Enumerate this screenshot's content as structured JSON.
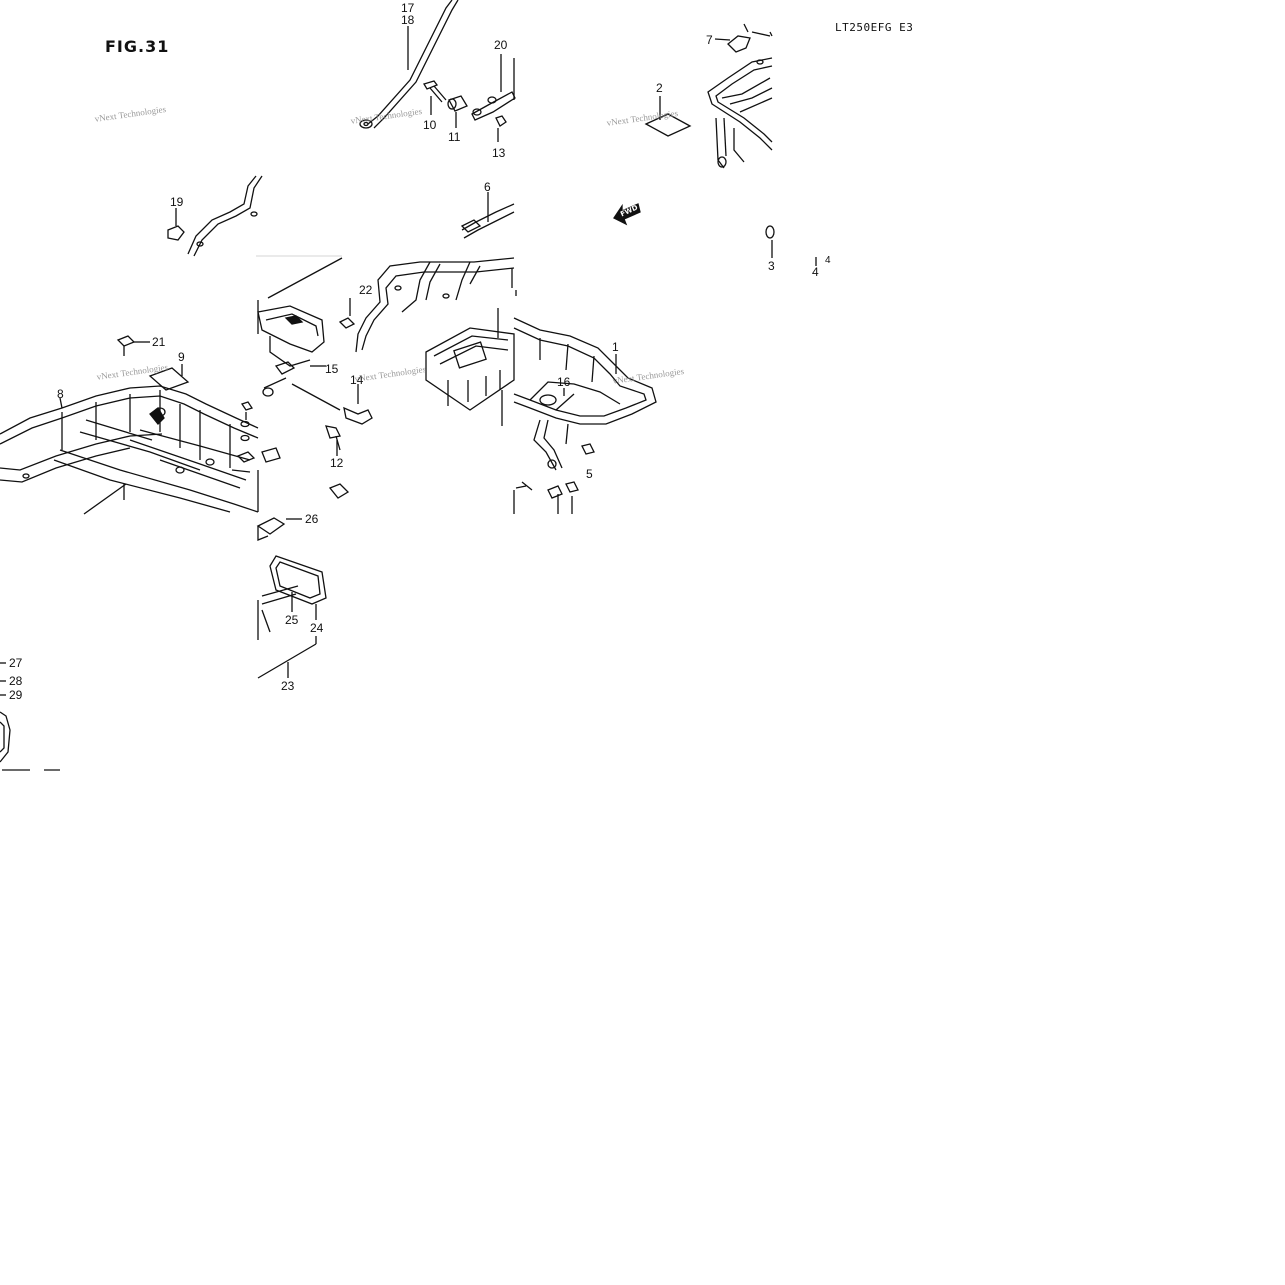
{
  "figure": {
    "title": "FIG.31",
    "model_code": "LT250EFG E3",
    "direction_label": "FWD"
  },
  "watermark": {
    "text": "vNext Technologies"
  },
  "callouts": [
    "1",
    "2",
    "3",
    "4",
    "4",
    "5",
    "6",
    "7",
    "8",
    "9",
    "10",
    "11",
    "12",
    "13",
    "14",
    "15",
    "16",
    "17",
    "18",
    "19",
    "20",
    "21",
    "22",
    "23",
    "24",
    "25",
    "26",
    "27",
    "28",
    "29"
  ],
  "colors": {
    "line": "#111111",
    "watermark": "#888888",
    "background": "#ffffff"
  }
}
